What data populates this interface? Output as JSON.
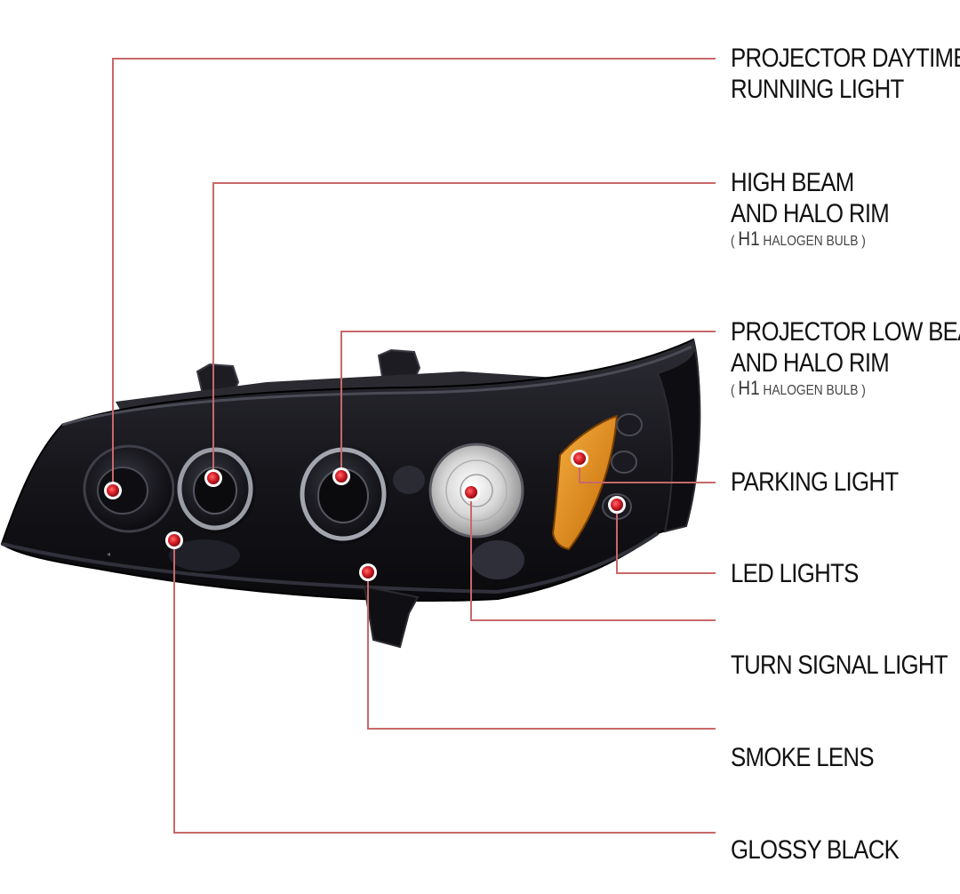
{
  "callouts": [
    {
      "id": "drl",
      "lines": [
        "PROJECTOR DAYTIME",
        "RUNNING LIGHT"
      ]
    },
    {
      "id": "high",
      "lines": [
        "HIGH BEAM",
        "AND HALO RIM"
      ],
      "bulb_code": "H1",
      "bulb_type": "HALOGEN BULB"
    },
    {
      "id": "low",
      "lines": [
        "PROJECTOR LOW BEAM",
        "AND HALO RIM"
      ],
      "bulb_code": "H1",
      "bulb_type": "HALOGEN BULB"
    },
    {
      "id": "parking",
      "lines": [
        "PARKING LIGHT"
      ]
    },
    {
      "id": "led",
      "lines": [
        "LED LIGHTS"
      ]
    },
    {
      "id": "turn",
      "lines": [
        "TURN SIGNAL LIGHT"
      ]
    },
    {
      "id": "smoke",
      "lines": [
        "SMOKE LENS"
      ]
    },
    {
      "id": "glossy",
      "lines": [
        "GLOSSY BLACK"
      ]
    }
  ],
  "colors": {
    "leader_line": "#c8686a",
    "marker": "#d8202a",
    "housing": "#141418",
    "amber": "#e08a1a",
    "label_text": "#111111"
  }
}
